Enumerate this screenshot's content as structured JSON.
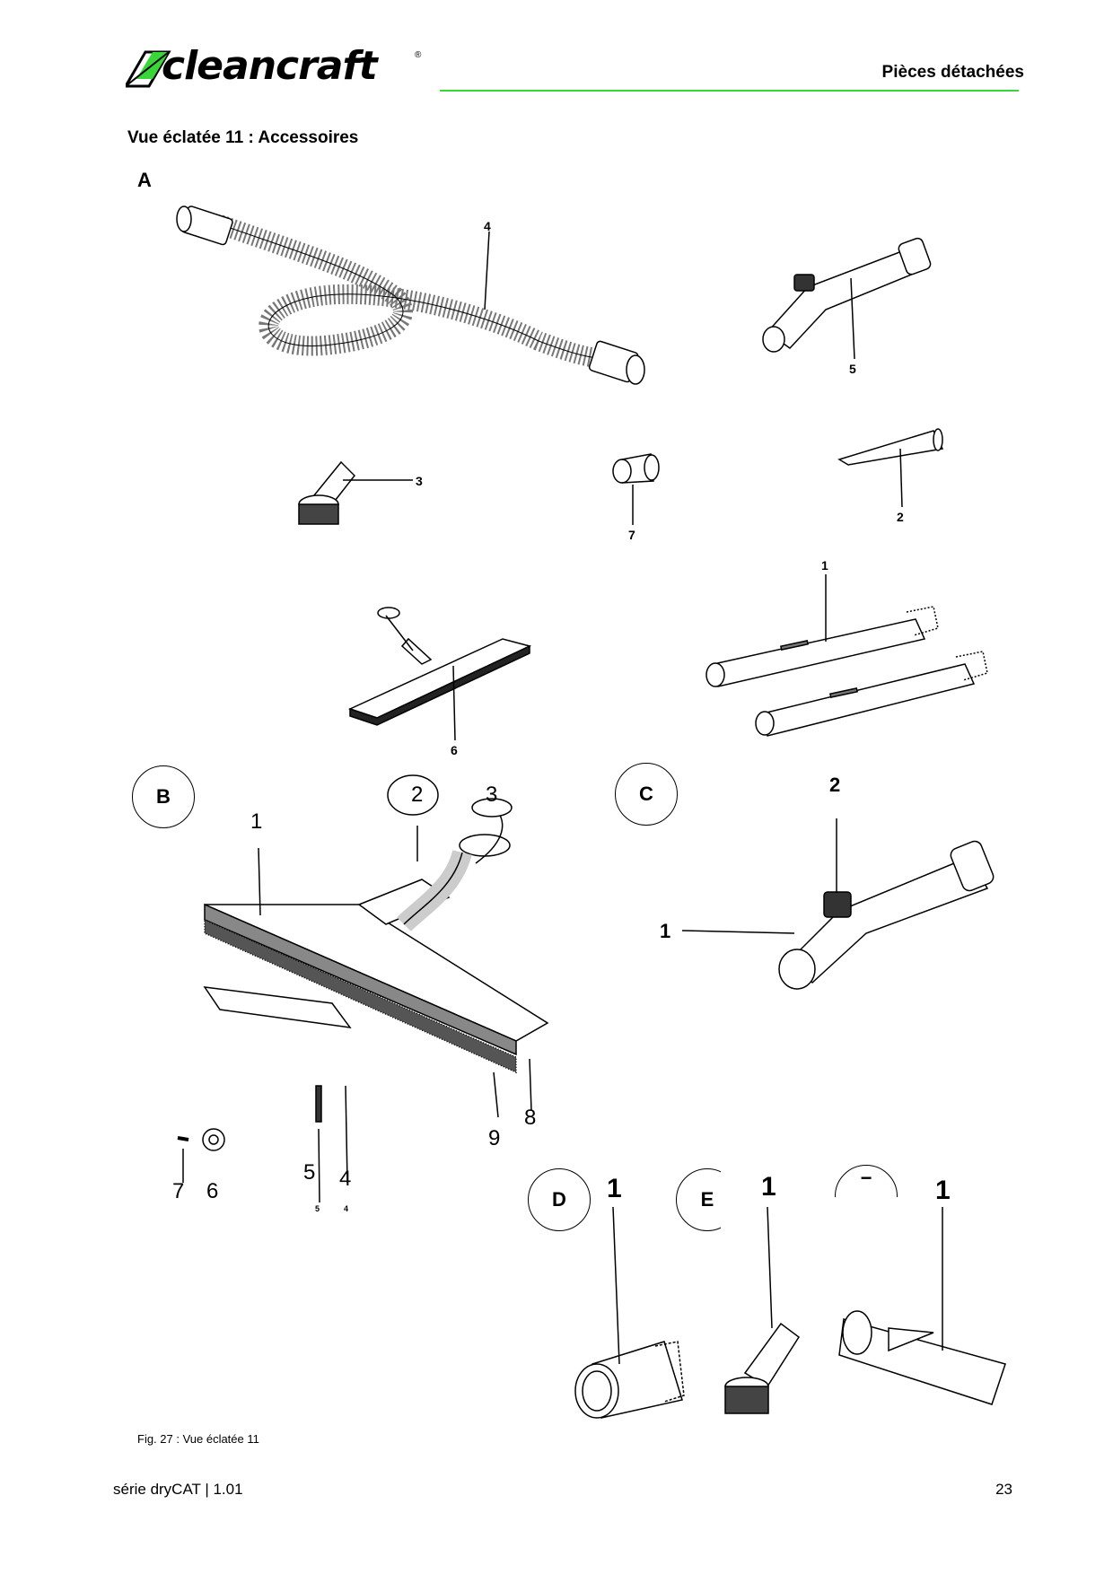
{
  "header": {
    "logo": "cleancraft",
    "logo_mark": "®",
    "title": "Pièces détachées",
    "accent_color": "#39d63a"
  },
  "section_title": "Vue éclatée 11 : Accessoires",
  "section_a": {
    "letter": "A",
    "callouts": [
      "4",
      "5",
      "3",
      "7",
      "2",
      "1",
      "6"
    ]
  },
  "section_b": {
    "letter": "B",
    "callouts": [
      "1",
      "2",
      "3",
      "8",
      "9",
      "5",
      "4",
      "7",
      "6"
    ],
    "small_callouts": [
      "5",
      "4"
    ]
  },
  "section_c": {
    "letter": "C",
    "callouts": [
      "2",
      "1"
    ]
  },
  "section_d": {
    "letter": "D",
    "callout": "1"
  },
  "section_e": {
    "letter": "E",
    "callout": "1"
  },
  "section_f": {
    "letter": "−",
    "callout": "1"
  },
  "figure_caption": "Fig. 27 : Vue éclatée 11",
  "footer": {
    "left": "série dryCAT | 1.01",
    "page_number": "23"
  }
}
